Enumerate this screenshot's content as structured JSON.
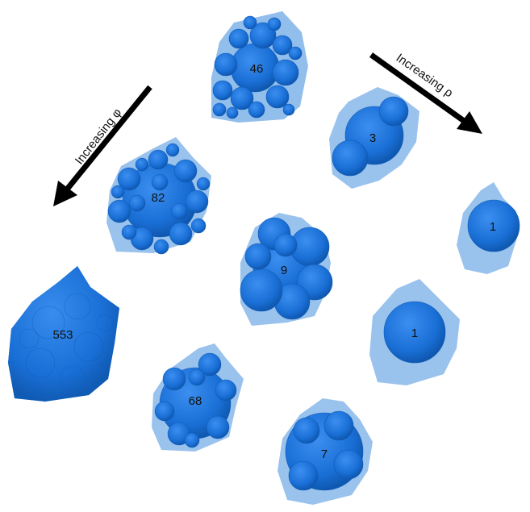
{
  "arrows": {
    "phi": {
      "text": "Increasing φ"
    },
    "rho": {
      "text": "Increasing ρ"
    }
  },
  "particles": [
    {
      "id": "p46",
      "label": "46",
      "style": "many-spheres"
    },
    {
      "id": "p82",
      "label": "82",
      "style": "many-spheres"
    },
    {
      "id": "p553",
      "label": "553",
      "style": "dense"
    },
    {
      "id": "p68",
      "label": "68",
      "style": "few-spheres"
    },
    {
      "id": "p9",
      "label": "9",
      "style": "few-spheres"
    },
    {
      "id": "p3",
      "label": "3",
      "style": "few-spheres"
    },
    {
      "id": "p1a",
      "label": "1",
      "style": "single"
    },
    {
      "id": "p1b",
      "label": "1",
      "style": "single"
    },
    {
      "id": "p7",
      "label": "7",
      "style": "single"
    }
  ],
  "colors": {
    "envelope": "#6ea8e6",
    "sphere": "#1a73d9",
    "sphere_dark": "#0e5bb5",
    "arrow": "#000000"
  }
}
